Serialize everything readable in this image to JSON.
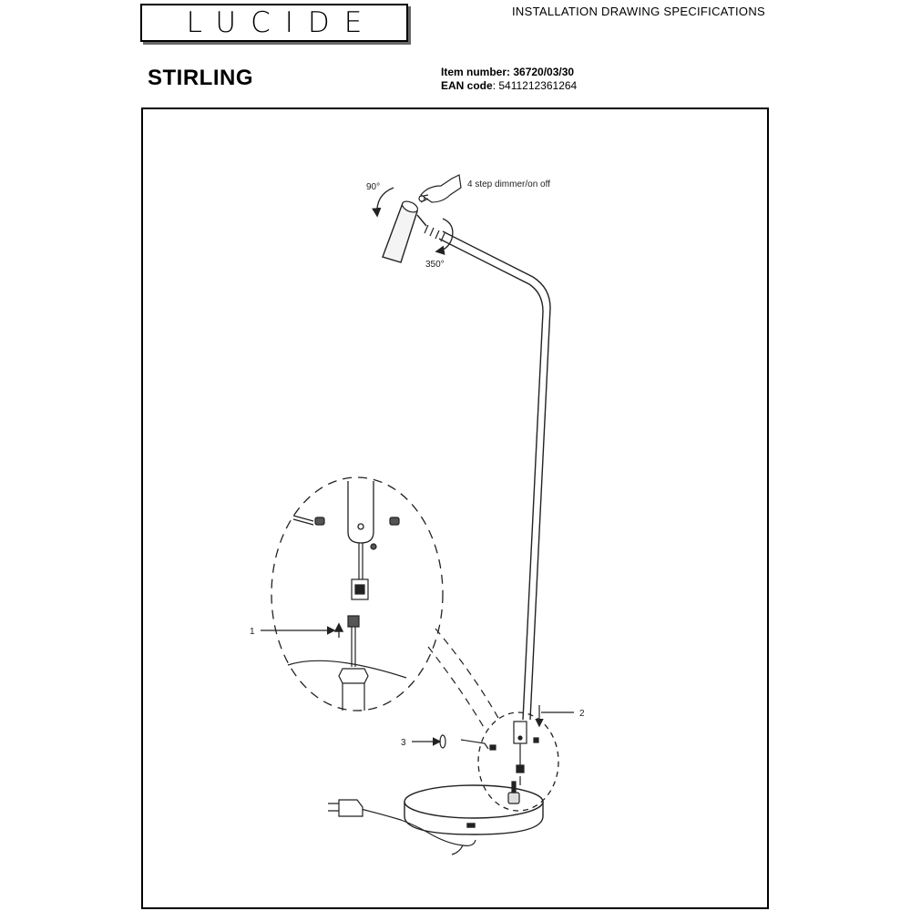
{
  "header": {
    "logo": "LUCIDE",
    "doc_title": "INSTALLATION DRAWING SPECIFICATIONS"
  },
  "product": {
    "name": "STIRLING",
    "item_label": "Item number",
    "item_value": ": 36720/03/30",
    "ean_label": "EAN code",
    "ean_value": ": 5411212361264"
  },
  "drawing": {
    "angle_tilt": "90°",
    "angle_rotate": "350°",
    "dimmer_note": "4 step dimmer/on off",
    "callout_1": "1",
    "callout_2": "2",
    "callout_3": "3"
  }
}
